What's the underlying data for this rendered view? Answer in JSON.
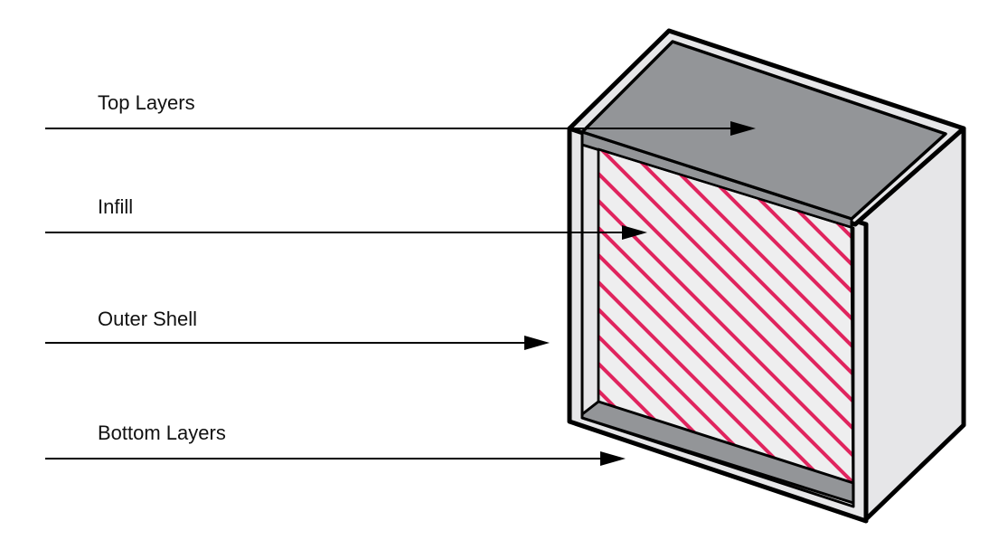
{
  "labels": {
    "top_layers": "Top Layers",
    "infill": "Infill",
    "outer_shell": "Outer Shell",
    "bottom_layers": "Bottom Layers"
  },
  "colors": {
    "outline": "#000000",
    "side_face": "#e6e6e8",
    "top_fill": "#939598",
    "bottom_fill": "#939598",
    "infill_hatch": "#e0245e",
    "infill_bg": "#eeeeef"
  }
}
